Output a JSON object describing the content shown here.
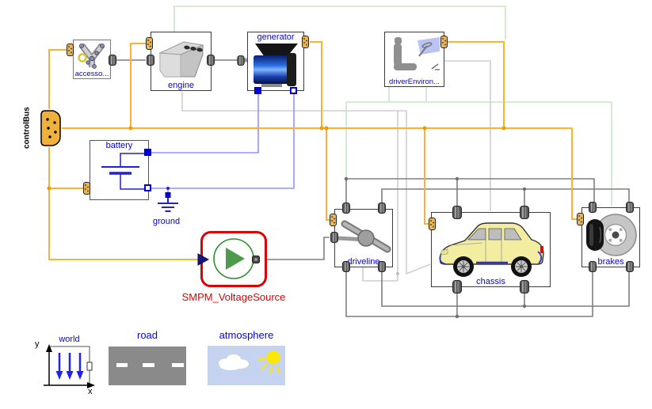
{
  "diagram": {
    "components": {
      "accessories": {
        "label": "accesso..."
      },
      "engine": {
        "label": "engine"
      },
      "generator": {
        "label": "generator"
      },
      "driver_environment": {
        "label": "driverEnviron..."
      },
      "control_bus": {
        "label": "controlBus"
      },
      "battery": {
        "label": "battery"
      },
      "ground": {
        "label": "ground"
      },
      "smpm_voltage_source": {
        "label": "SMPM_VoltageSource"
      },
      "driveline": {
        "label": "driveline"
      },
      "chassis": {
        "label": "chassis"
      },
      "brakes": {
        "label": "brakes"
      },
      "world": {
        "label": "world",
        "axis_x_label": "x",
        "axis_y_label": "y"
      },
      "road": {
        "label": "road"
      },
      "atmosphere": {
        "label": "atmosphere"
      }
    },
    "colors": {
      "control_bus_line": "#F9B233",
      "bus_connector_fill": "#E8B45A",
      "electrical_line": "#9191FF",
      "electrical_pin": "#0000D6",
      "mechanical_line": "#7F7F7F",
      "disabled_line": "#CFCFCF",
      "signal_line": "#C9E4C9",
      "component_label": "#0000FF",
      "highlight_border": "#DD0000",
      "road_fill": "#8A8A8A",
      "sky_fill": "#C5D2F0",
      "car_body_fill": "#F2EDA0"
    }
  }
}
